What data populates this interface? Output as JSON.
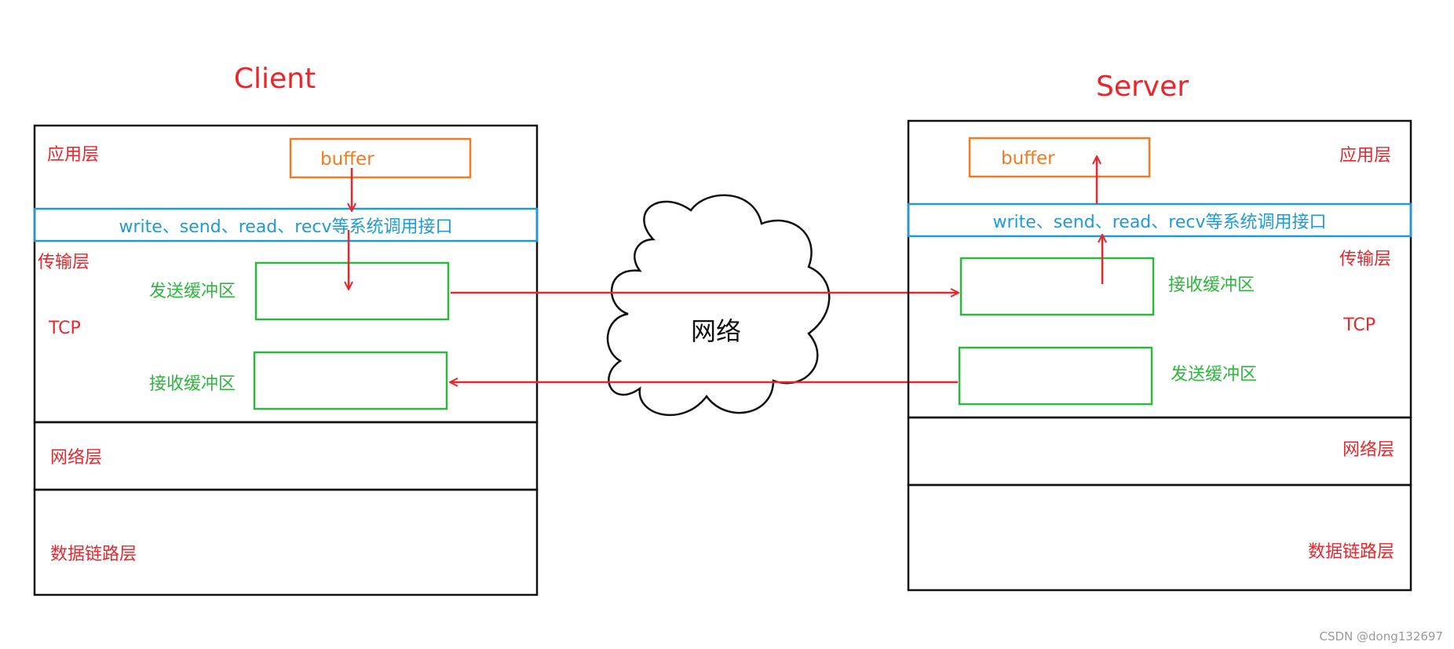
{
  "client": {
    "title": "Client",
    "app_layer": "应用层",
    "buffer": "buffer",
    "syscall": "write、send、read、recv等系统调用接口",
    "transport_layer": "传输层",
    "tcp": "TCP",
    "send_buffer": "发送缓冲区",
    "recv_buffer": "接收缓冲区",
    "network_layer": "网络层",
    "datalink_layer": "数据链路层"
  },
  "server": {
    "title": "Server",
    "app_layer": "应用层",
    "buffer": "buffer",
    "syscall": "write、send、read、recv等系统调用接口",
    "transport_layer": "传输层",
    "tcp": "TCP",
    "recv_buffer": "接收缓冲区",
    "send_buffer": "发送缓冲区",
    "network_layer": "网络层",
    "datalink_layer": "数据链路层"
  },
  "network": {
    "label": "网络"
  },
  "watermark": "CSDN @dong132697",
  "colors": {
    "stroke": "#111111",
    "red": "#e8262c",
    "green": "#2eb63e",
    "orange": "#f07b22",
    "blue": "#1f9ad6"
  }
}
